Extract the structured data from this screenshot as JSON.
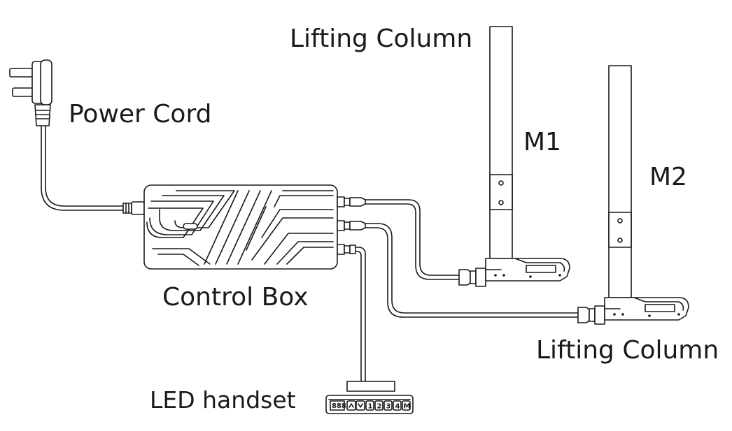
{
  "labels": {
    "lifting_column_top": "Lifting Column",
    "power_cord": "Power Cord",
    "m1": "M1",
    "m2": "M2",
    "control_box": "Control Box",
    "lifting_column_bottom": "Lifting Column",
    "led_handset": "LED handset"
  },
  "handset_keys": {
    "display": "888",
    "keys": [
      "1",
      "2",
      "3",
      "4",
      "M"
    ],
    "arrows": [
      "up-arrow-icon",
      "down-arrow-icon"
    ]
  }
}
